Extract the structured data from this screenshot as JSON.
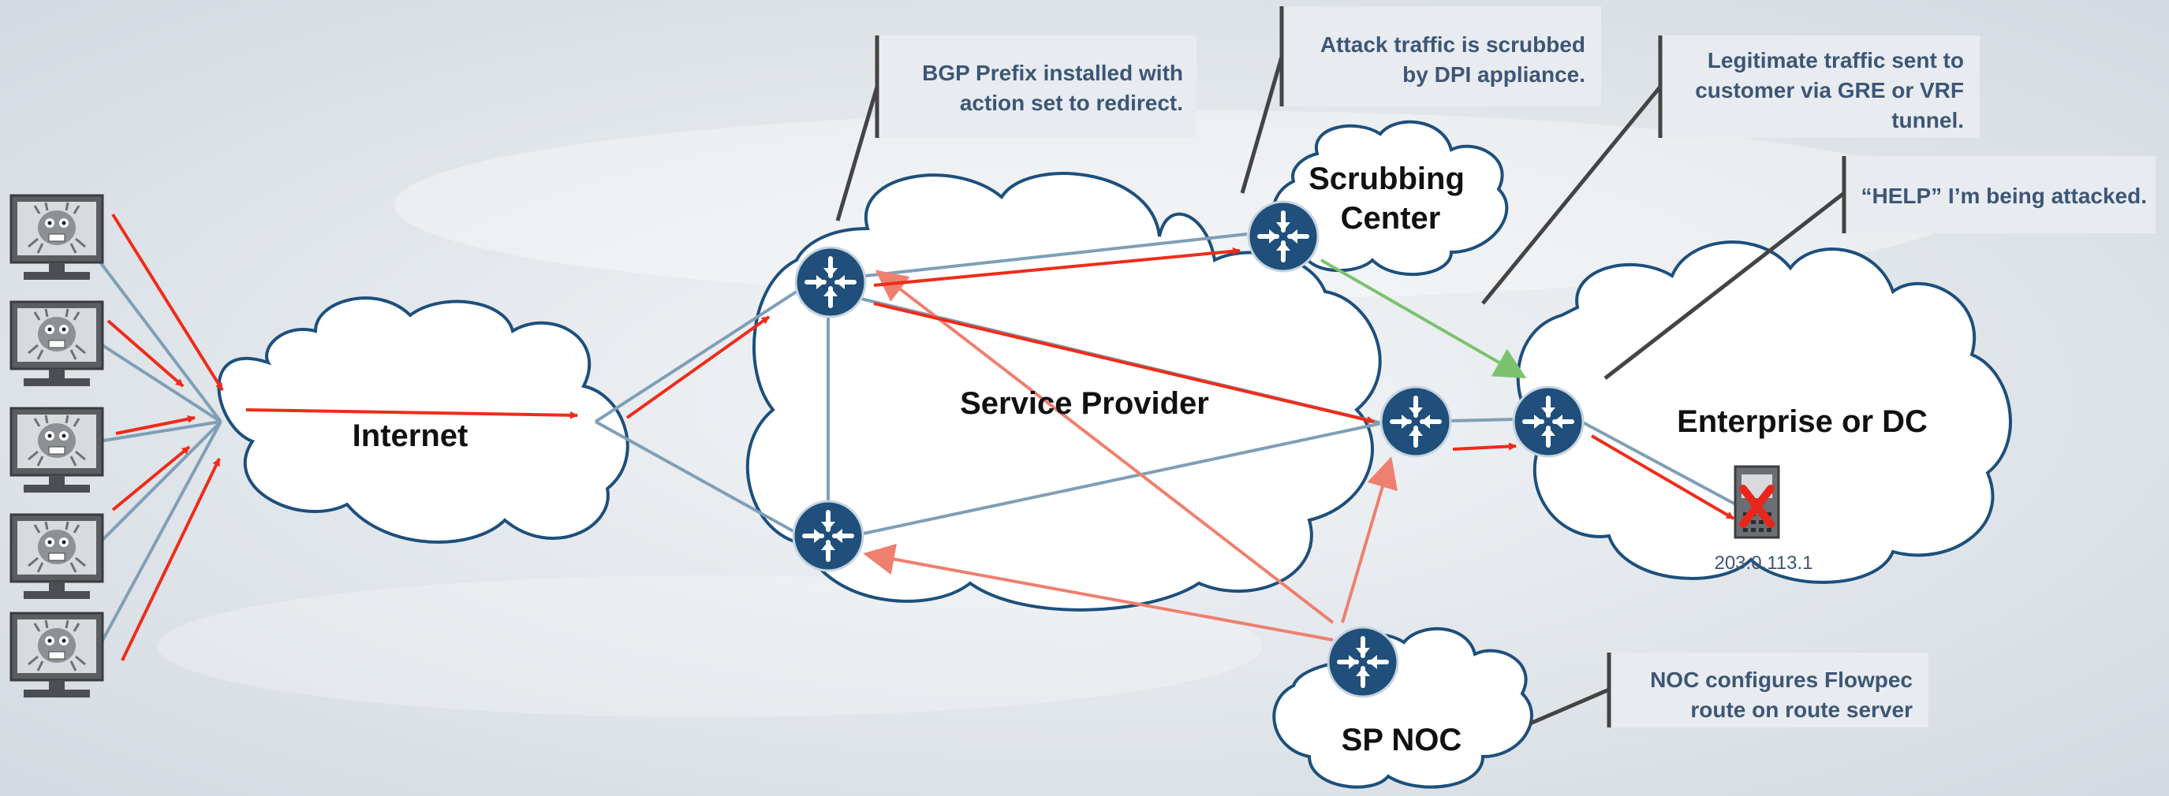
{
  "clouds": {
    "internet": "Internet",
    "service_provider": "Service Provider",
    "scrubbing_line1": "Scrubbing",
    "scrubbing_line2": "Center",
    "enterprise": "Enterprise or DC",
    "sp_noc": "SP NOC"
  },
  "callouts": {
    "bgp": [
      "BGP Prefix installed with",
      "action set to redirect."
    ],
    "attack": [
      "Attack traffic is scrubbed",
      "by DPI appliance."
    ],
    "legit": [
      "Legitimate traffic sent to",
      "customer via GRE or VRF",
      "tunnel."
    ],
    "help": [
      "“HELP” I’m being attacked."
    ],
    "noc": [
      "NOC configures Flowpec",
      "route on route server"
    ]
  },
  "target": {
    "ip": "203.0.113.1"
  },
  "colors": {
    "cloud_stroke": "#1d4f7c",
    "router_fill": "#1f4f7a",
    "attack_arrow": "#ee2c1a",
    "control_arrow": "#ef7f6f",
    "link": "#7f9fb6",
    "clean_arrow": "#7cc26e",
    "callout_text": "#3d5676"
  },
  "icons": {
    "attacker": "infected-computer-icon",
    "router": "router-icon",
    "server": "server-icon"
  }
}
